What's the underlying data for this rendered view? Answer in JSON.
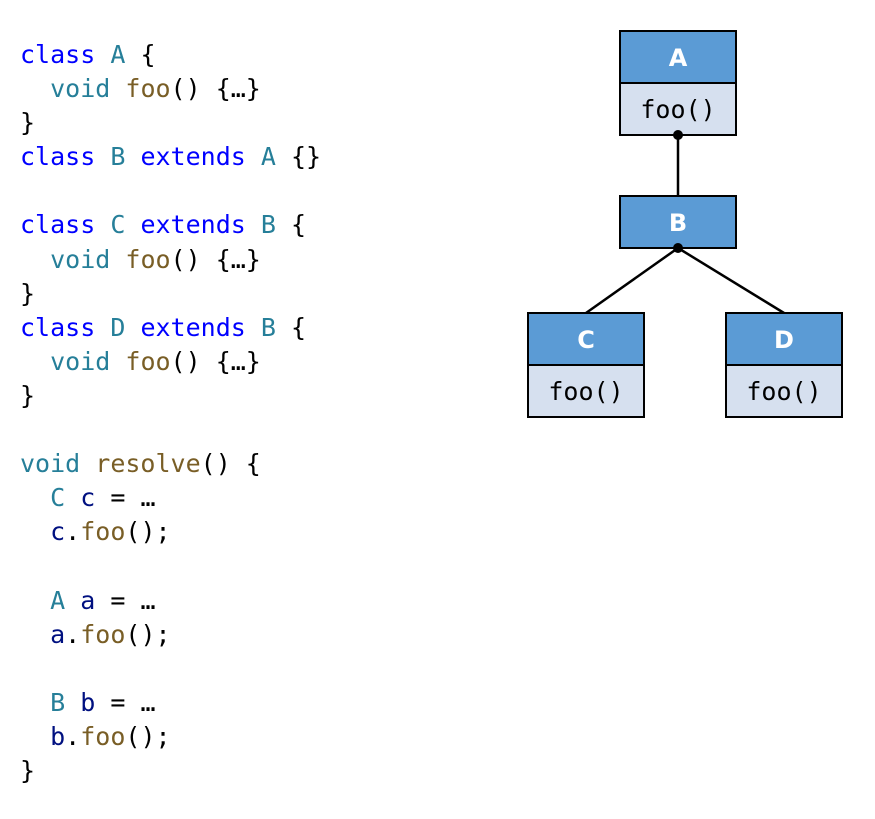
{
  "code": {
    "lines": [
      [
        {
          "t": "class",
          "c": "keyword"
        },
        {
          "t": " "
        },
        {
          "t": "A",
          "c": "type"
        },
        {
          "t": " {",
          "c": "punct"
        }
      ],
      [
        {
          "t": "  "
        },
        {
          "t": "void",
          "c": "type"
        },
        {
          "t": " "
        },
        {
          "t": "foo",
          "c": "func"
        },
        {
          "t": "() {…}",
          "c": "punct"
        }
      ],
      [
        {
          "t": "}",
          "c": "punct"
        }
      ],
      [
        {
          "t": "class",
          "c": "keyword"
        },
        {
          "t": " "
        },
        {
          "t": "B",
          "c": "type"
        },
        {
          "t": " "
        },
        {
          "t": "extends",
          "c": "keyword"
        },
        {
          "t": " "
        },
        {
          "t": "A",
          "c": "type"
        },
        {
          "t": " {}",
          "c": "punct"
        }
      ],
      [],
      [
        {
          "t": "class",
          "c": "keyword"
        },
        {
          "t": " "
        },
        {
          "t": "C",
          "c": "type"
        },
        {
          "t": " "
        },
        {
          "t": "extends",
          "c": "keyword"
        },
        {
          "t": " "
        },
        {
          "t": "B",
          "c": "type"
        },
        {
          "t": " {",
          "c": "punct"
        }
      ],
      [
        {
          "t": "  "
        },
        {
          "t": "void",
          "c": "type"
        },
        {
          "t": " "
        },
        {
          "t": "foo",
          "c": "func"
        },
        {
          "t": "() {…}",
          "c": "punct"
        }
      ],
      [
        {
          "t": "}",
          "c": "punct"
        }
      ],
      [
        {
          "t": "class",
          "c": "keyword"
        },
        {
          "t": " "
        },
        {
          "t": "D",
          "c": "type"
        },
        {
          "t": " "
        },
        {
          "t": "extends",
          "c": "keyword"
        },
        {
          "t": " "
        },
        {
          "t": "B",
          "c": "type"
        },
        {
          "t": " {",
          "c": "punct"
        }
      ],
      [
        {
          "t": "  "
        },
        {
          "t": "void",
          "c": "type"
        },
        {
          "t": " "
        },
        {
          "t": "foo",
          "c": "func"
        },
        {
          "t": "() {…}",
          "c": "punct"
        }
      ],
      [
        {
          "t": "}",
          "c": "punct"
        }
      ],
      [],
      [
        {
          "t": "void",
          "c": "type"
        },
        {
          "t": " "
        },
        {
          "t": "resolve",
          "c": "func"
        },
        {
          "t": "() {",
          "c": "punct"
        }
      ],
      [
        {
          "t": "  "
        },
        {
          "t": "C",
          "c": "type"
        },
        {
          "t": " "
        },
        {
          "t": "c",
          "c": "var"
        },
        {
          "t": " = …",
          "c": "punct"
        }
      ],
      [
        {
          "t": "  "
        },
        {
          "t": "c",
          "c": "var"
        },
        {
          "t": ".",
          "c": "punct"
        },
        {
          "t": "foo",
          "c": "func"
        },
        {
          "t": "();",
          "c": "punct"
        }
      ],
      [],
      [
        {
          "t": "  "
        },
        {
          "t": "A",
          "c": "type"
        },
        {
          "t": " "
        },
        {
          "t": "a",
          "c": "var"
        },
        {
          "t": " = …",
          "c": "punct"
        }
      ],
      [
        {
          "t": "  "
        },
        {
          "t": "a",
          "c": "var"
        },
        {
          "t": ".",
          "c": "punct"
        },
        {
          "t": "foo",
          "c": "func"
        },
        {
          "t": "();",
          "c": "punct"
        }
      ],
      [],
      [
        {
          "t": "  "
        },
        {
          "t": "B",
          "c": "type"
        },
        {
          "t": " "
        },
        {
          "t": "b",
          "c": "var"
        },
        {
          "t": " = …",
          "c": "punct"
        }
      ],
      [
        {
          "t": "  "
        },
        {
          "t": "b",
          "c": "var"
        },
        {
          "t": ".",
          "c": "punct"
        },
        {
          "t": "foo",
          "c": "func"
        },
        {
          "t": "();",
          "c": "punct"
        }
      ],
      [
        {
          "t": "}",
          "c": "punct"
        }
      ]
    ]
  },
  "colors": {
    "keyword": "#0000ff",
    "type": "#267f99",
    "func": "#795e26",
    "var": "#001080",
    "header_fill": "#5b9bd5",
    "method_fill": "#d6e0ef",
    "stroke": "#000000"
  },
  "diagram": {
    "classes": [
      {
        "id": "A",
        "name": "A",
        "methods": [
          "foo()"
        ]
      },
      {
        "id": "B",
        "name": "B",
        "methods": []
      },
      {
        "id": "C",
        "name": "C",
        "methods": [
          "foo()"
        ]
      },
      {
        "id": "D",
        "name": "D",
        "methods": [
          "foo()"
        ]
      }
    ],
    "edges": [
      {
        "from": "A",
        "to": "B"
      },
      {
        "from": "B",
        "to": "C"
      },
      {
        "from": "B",
        "to": "D"
      }
    ]
  }
}
